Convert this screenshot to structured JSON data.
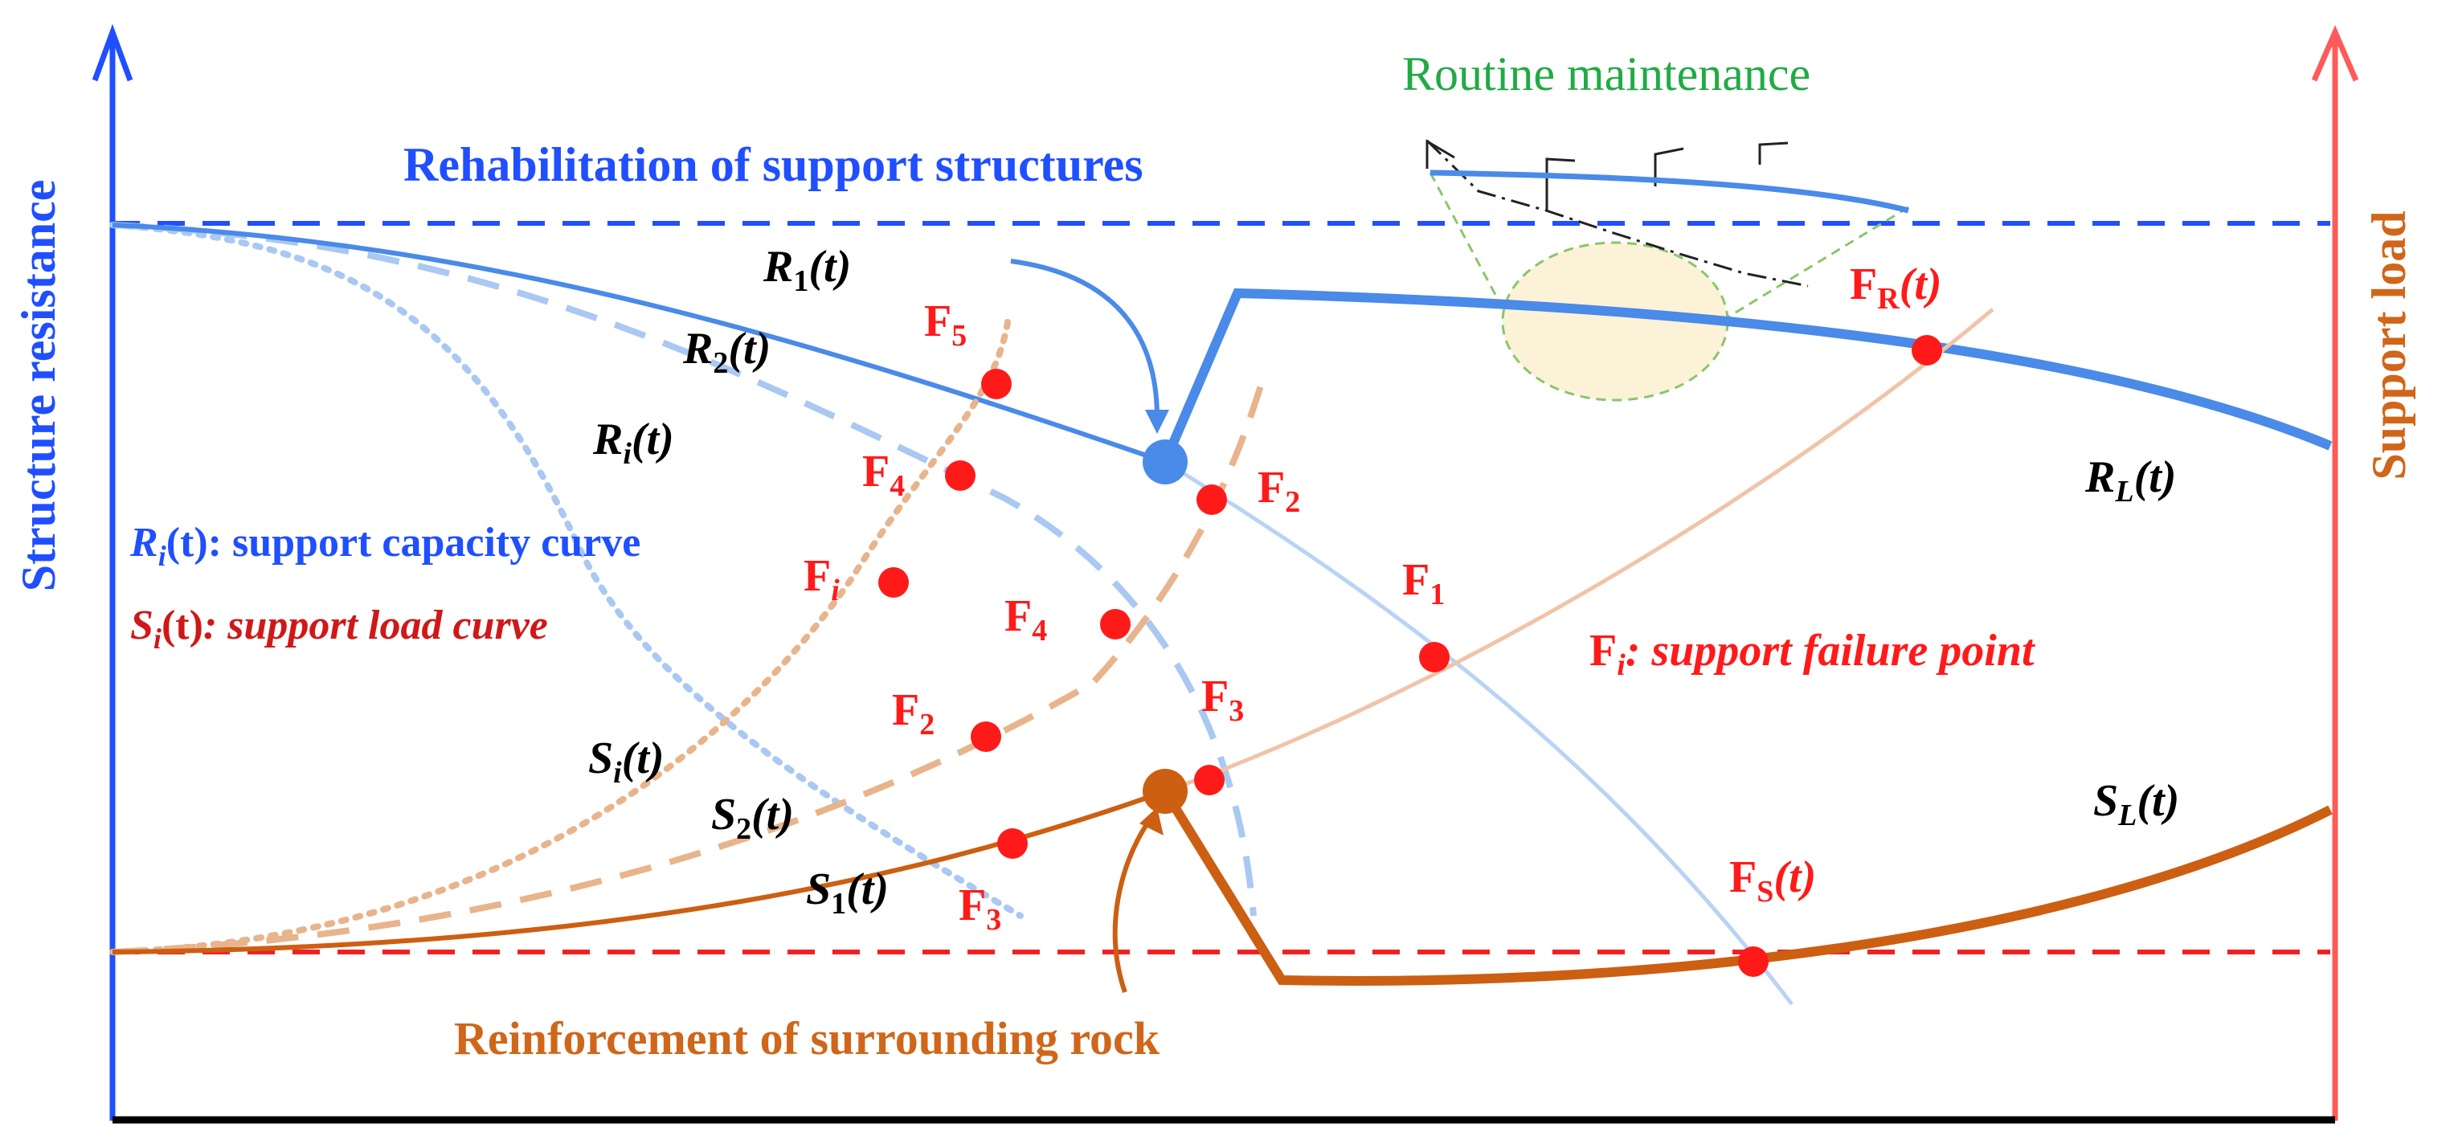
{
  "axes": {
    "left_title": "Structure resistance",
    "right_title": "Support load",
    "left_color": "#1f4fff",
    "right_color": "#ff5a5a"
  },
  "annotations": {
    "rehabilitation": "Rehabilitation of support structures",
    "reinforcement": "Reinforcement of surrounding rock",
    "routine": "Routine maintenance"
  },
  "legend": {
    "capacity_sym": "R",
    "capacity_sub": "i",
    "capacity_arg": "(t)",
    "capacity_desc": ": support capacity curve",
    "load_sym": "S",
    "load_sub": "i",
    "load_arg": "(t)",
    "load_desc": ": support load curve",
    "failure_sym": "F",
    "failure_sub": "i",
    "failure_desc": ": support failure point"
  },
  "curve_labels": {
    "R1": {
      "sym": "R",
      "sub": "1",
      "arg": "(t)"
    },
    "R2": {
      "sym": "R",
      "sub": "2",
      "arg": "(t)"
    },
    "Ri": {
      "sym": "R",
      "sub": "i",
      "arg": "(t)"
    },
    "RL": {
      "sym": "R",
      "sub": "L",
      "arg": "(t)"
    },
    "S1": {
      "sym": "S",
      "sub": "1",
      "arg": "(t)"
    },
    "S2": {
      "sym": "S",
      "sub": "2",
      "arg": "(t)"
    },
    "Si": {
      "sym": "S",
      "sub": "i",
      "arg": "(t)"
    },
    "SL": {
      "sym": "S",
      "sub": "L",
      "arg": "(t)"
    }
  },
  "failure_points": {
    "F5": {
      "sym": "F",
      "sub": "5"
    },
    "F4a": {
      "sym": "F",
      "sub": "4"
    },
    "Fi": {
      "sym": "F",
      "sub": "i"
    },
    "F4b": {
      "sym": "F",
      "sub": "4"
    },
    "F2a": {
      "sym": "F",
      "sub": "2"
    },
    "F2b": {
      "sym": "F",
      "sub": "2"
    },
    "F3a": {
      "sym": "F",
      "sub": "3"
    },
    "F3b": {
      "sym": "F",
      "sub": "3"
    },
    "F1": {
      "sym": "F",
      "sub": "1"
    },
    "FR": {
      "sym": "F",
      "sub": "R",
      "arg": "(t)"
    },
    "FS": {
      "sym": "F",
      "sub": "S",
      "arg": "(t)"
    }
  },
  "colors": {
    "resistance": "#4a8ae8",
    "resistance_light": "#a9c8f2",
    "load": "#cc5f12",
    "load_light": "#e8b48c",
    "point": "#ff1a1a",
    "label_red": "#ff1a1a",
    "label_blue": "#1f4fff",
    "label_darkred": "#d01818",
    "green": "#22aa44",
    "orange_text": "#d0661a"
  }
}
